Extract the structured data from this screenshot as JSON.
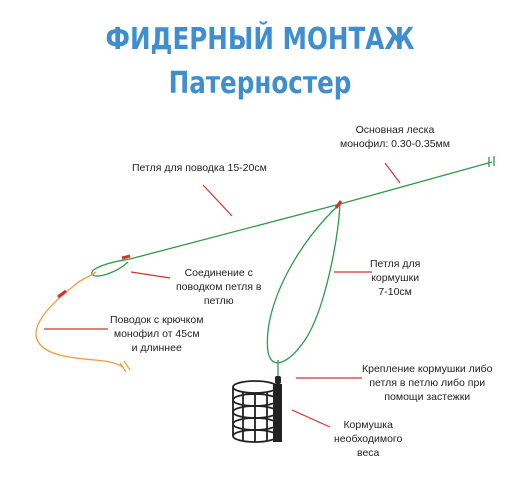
{
  "title": "ФИДЕРНЫЙ МОНТАЖ",
  "subtitle": "Патерностер",
  "labels": {
    "main_line_1": "Основная леска",
    "main_line_2": "монофил: 0.30-0.35мм",
    "leash_loop": "Петля для поводка 15-20см",
    "connection_1": "Соединение с",
    "connection_2": "поводком петля в",
    "connection_3": "петлю",
    "feeder_loop_1": "Петля для",
    "feeder_loop_2": "кормушки",
    "feeder_loop_3": "7-10см",
    "leash_1": "Поводок с крючком",
    "leash_2": "монофил от 45см",
    "leash_3": "и длиннее",
    "mount_1": "Крепление кормушки либо",
    "mount_2": "петля в петлю либо при",
    "mount_3": "помощи застежки",
    "feeder_1": "Кормушка",
    "feeder_2": "необходимого",
    "feeder_3": "веса"
  },
  "colors": {
    "title": "#3e8ed0",
    "main_line": "#2e9a4a",
    "leash": "#e8a040",
    "pointer": "#d63030",
    "feeder": "#222222"
  }
}
